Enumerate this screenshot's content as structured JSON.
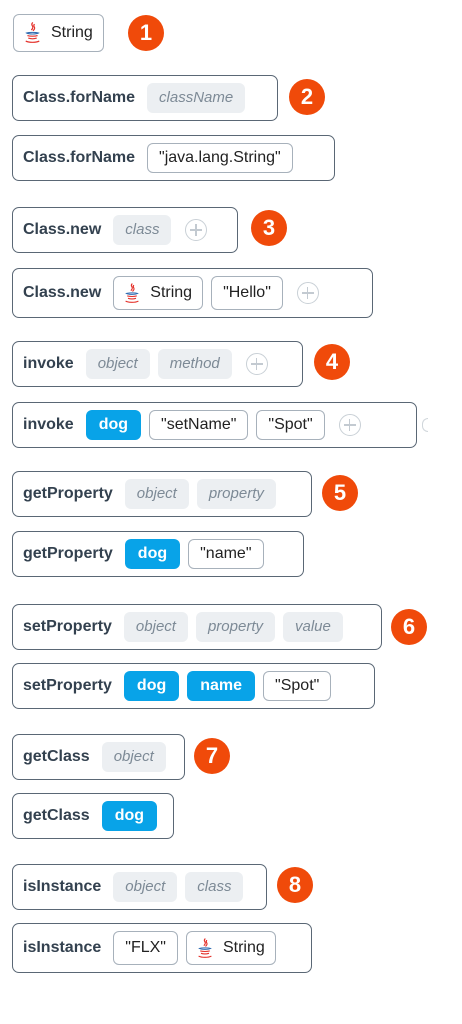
{
  "type_string": "String",
  "badges": [
    "1",
    "2",
    "3",
    "4",
    "5",
    "6",
    "7",
    "8"
  ],
  "blocks": {
    "forname_empty": {
      "kw": "Class.forName",
      "ph1": "className"
    },
    "forname_filled": {
      "kw": "Class.forName",
      "lit1": "\"java.lang.String\""
    },
    "new_empty": {
      "kw": "Class.new",
      "ph1": "class"
    },
    "new_filled": {
      "kw": "Class.new",
      "type": "String",
      "lit1": "\"Hello\""
    },
    "invoke_empty": {
      "kw": "invoke",
      "ph1": "object",
      "ph2": "method"
    },
    "invoke_filled": {
      "kw": "invoke",
      "var1": "dog",
      "lit1": "\"setName\"",
      "lit2": "\"Spot\""
    },
    "getprop_empty": {
      "kw": "getProperty",
      "ph1": "object",
      "ph2": "property"
    },
    "getprop_filled": {
      "kw": "getProperty",
      "var1": "dog",
      "lit1": "\"name\""
    },
    "setprop_empty": {
      "kw": "setProperty",
      "ph1": "object",
      "ph2": "property",
      "ph3": "value"
    },
    "setprop_filled": {
      "kw": "setProperty",
      "var1": "dog",
      "var2": "name",
      "lit1": "\"Spot\""
    },
    "getclass_empty": {
      "kw": "getClass",
      "ph1": "object"
    },
    "getclass_filled": {
      "kw": "getClass",
      "var1": "dog"
    },
    "isinst_empty": {
      "kw": "isInstance",
      "ph1": "object",
      "ph2": "class"
    },
    "isinst_filled": {
      "kw": "isInstance",
      "lit1": "\"FLX\"",
      "type": "String"
    }
  },
  "colors": {
    "badge": "#f04a0a",
    "variable": "#08a3e8",
    "placeholder_bg": "#eceff2",
    "border": "#5a6775"
  },
  "icons": {
    "java": "java-coffee-cup-icon",
    "add": "plus-circle-icon"
  }
}
